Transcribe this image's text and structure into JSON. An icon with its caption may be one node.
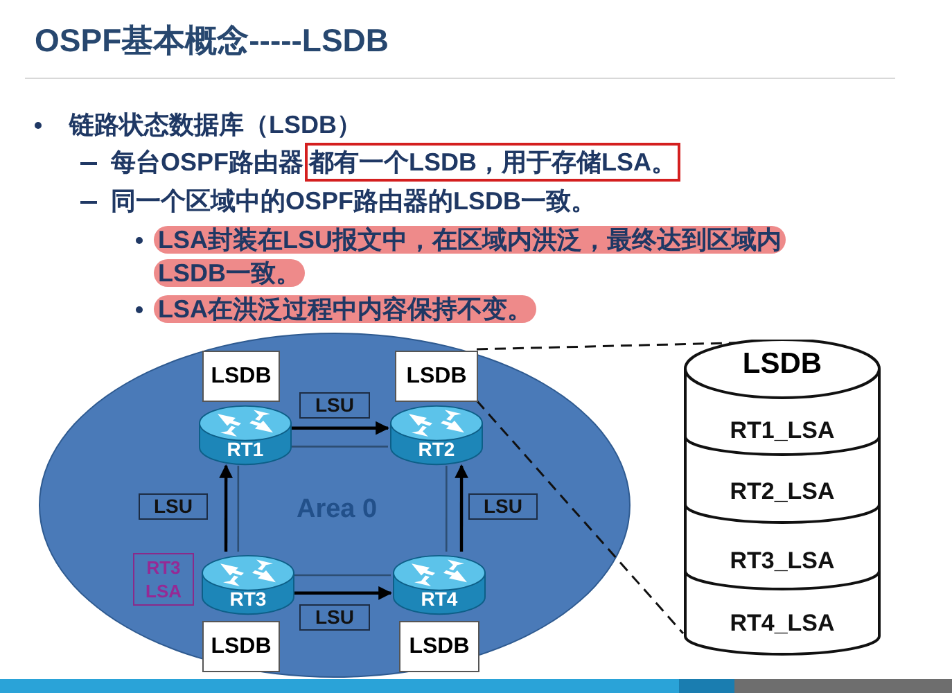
{
  "diagram": {
    "title": "OSPF基本概念-----LSDB",
    "nodes": [
      {
        "text": [
          "Area 0"
        ]
      },
      {
        "text": [
          "RT1"
        ],
        "in": 0
      },
      {
        "text": [
          "RT2"
        ],
        "in": 0
      },
      {
        "text": [
          "RT3"
        ],
        "in": 0
      },
      {
        "text": [
          "RT4"
        ],
        "in": 0
      },
      {
        "text": [
          "LSDB"
        ],
        "in": 0
      },
      {
        "text": [
          "LSDB"
        ],
        "in": 0
      },
      {
        "text": [
          "LSDB"
        ],
        "in": 0
      },
      {
        "text": [
          "LSDB"
        ],
        "in": 0
      },
      {
        "text": [
          "RT3 LSA"
        ],
        "in": 0
      },
      {
        "text": [
          "LSDB"
        ]
      },
      {
        "text": [
          "RT1_LSA"
        ],
        "in": 10
      },
      {
        "text": [
          "RT2_LSA"
        ],
        "in": 10
      },
      {
        "text": [
          "RT3_LSA"
        ],
        "in": 10
      },
      {
        "text": [
          "RT4_LSA"
        ],
        "in": 10
      }
    ],
    "edges": [
      {
        "from": 1,
        "to": 2,
        "arrow": "none"
      },
      {
        "from": 1,
        "to": 3,
        "arrow": "none"
      },
      {
        "from": 2,
        "to": 4,
        "arrow": "none"
      },
      {
        "from": 3,
        "to": 4,
        "arrow": "none"
      },
      {
        "from": 1,
        "to": 2,
        "arrow": "to",
        "label": "LSU",
        "color": "#000000"
      },
      {
        "from": 3,
        "to": 1,
        "arrow": "to",
        "label": "LSU",
        "color": "#000000"
      },
      {
        "from": 4,
        "to": 2,
        "arrow": "to",
        "label": "LSU",
        "color": "#000000"
      },
      {
        "from": 3,
        "to": 4,
        "arrow": "to",
        "label": "LSU",
        "color": "#000000"
      },
      {
        "from": 6,
        "to": 10,
        "arrow": "none",
        "style": "dashed",
        "color": "#111111"
      },
      {
        "from": 6,
        "to": 10,
        "arrow": "none",
        "style": "dashed",
        "color": "#111111"
      }
    ],
    "labels": [
      "链路状态数据库（LSDB）",
      "每台OSPF路由器",
      "都有一个LSDB，用于存储LSA。",
      "同一个区域中的OSPF路由器的LSDB一致。",
      "LSA封装在LSU报文中，在区域内洪泛，最终达到区域内LSDB一致。",
      "LSA在洪泛过程中内容保持不变。"
    ]
  }
}
